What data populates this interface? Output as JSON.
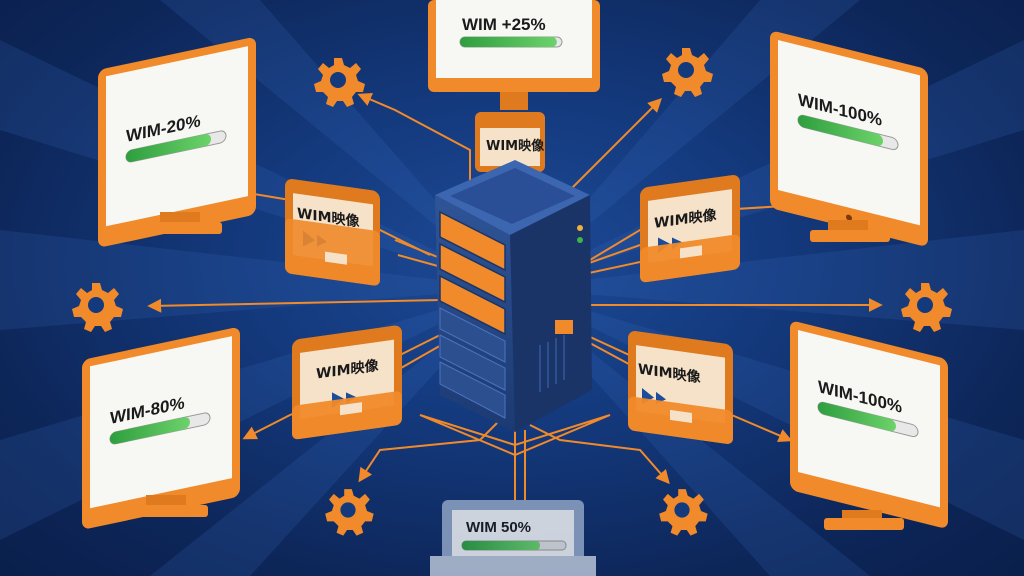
{
  "monitors": {
    "top": {
      "label": "WIM +25%",
      "progress": 0.95
    },
    "top_left": {
      "label": "WIM-20%",
      "progress": 0.85
    },
    "top_right": {
      "label": "WIM-100%",
      "progress": 0.85
    },
    "bottom_left": {
      "label": "WIM-80%",
      "progress": 0.8
    },
    "bottom_right": {
      "label": "WIM-100%",
      "progress": 0.78
    },
    "bottom": {
      "label": "WIM 50%",
      "progress": 0.75
    }
  },
  "folders": {
    "top": {
      "label": "WIM映像"
    },
    "upper_left": {
      "label": "WIM映像"
    },
    "upper_right": {
      "label": "WIM映像"
    },
    "lower_left": {
      "label": "WIM映像"
    },
    "lower_right": {
      "label": "WIM映像"
    }
  },
  "colors": {
    "background": "#143a7e",
    "accent_orange": "#f08a2a",
    "progress_green": "#3cb54a",
    "server_blue": "#2c4f8f"
  },
  "icons": [
    "gear-icon",
    "folder-icon",
    "server-icon",
    "monitor-icon",
    "arrow-icon"
  ]
}
